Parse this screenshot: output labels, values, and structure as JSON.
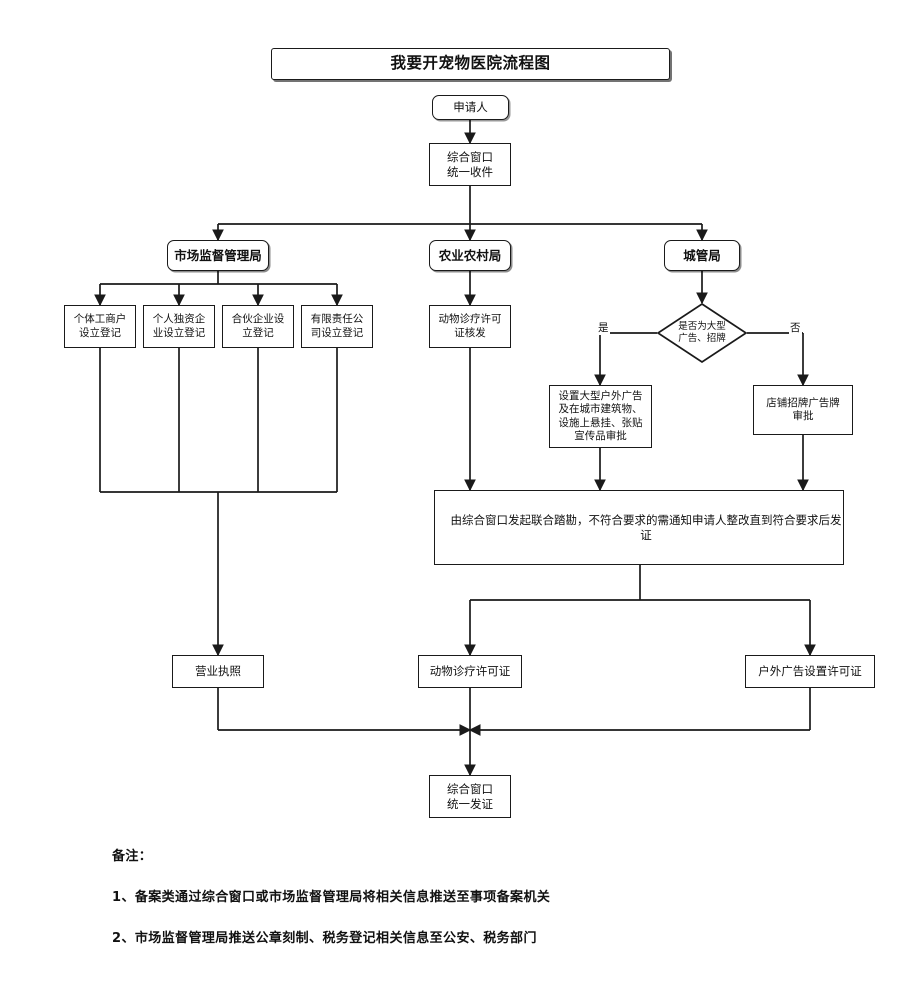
{
  "title": "我要开宠物医院流程图",
  "nodes": {
    "applicant": "申请人",
    "intake": "综合窗口\n统一收件",
    "dept_market": "市场监督管理局",
    "dept_agri": "农业农村局",
    "dept_urban": "城管局",
    "reg_individual": "个体工商户\n设立登记",
    "reg_sole": "个人独资企\n业设立登记",
    "reg_partner": "合伙企业设\n立登记",
    "reg_limited": "有限责任公\n司设立登记",
    "animal_license_issue": "动物诊疗许可\n证核发",
    "decision": "是否为大型\n广告、招牌",
    "decision_yes": "是",
    "decision_no": "否",
    "big_ad_approval": "设置大型户外广告\n及在城市建筑物、\n设施上悬挂、张贴\n宣传品审批",
    "shop_sign_approval": "店铺招牌广告牌\n审批",
    "joint_survey": "由综合窗口发起联合踏勘，不符合要求的需通知申请人整改直到符合要求后发证",
    "result_license": "营业执照",
    "result_animal": "动物诊疗许可证",
    "result_outdoor_ad": "户外广告设置许可证",
    "issue": "综合窗口\n统一发证"
  },
  "notes": {
    "heading": "备注：",
    "items": [
      "1、备案类通过综合窗口或市场监督管理局将相关信息推送至事项备案机关",
      "2、市场监督管理局推送公章刻制、税务登记相关信息至公安、税务部门"
    ]
  },
  "colors": {
    "line": "#1a1a1a",
    "background": "#ffffff",
    "text": "#111111"
  }
}
